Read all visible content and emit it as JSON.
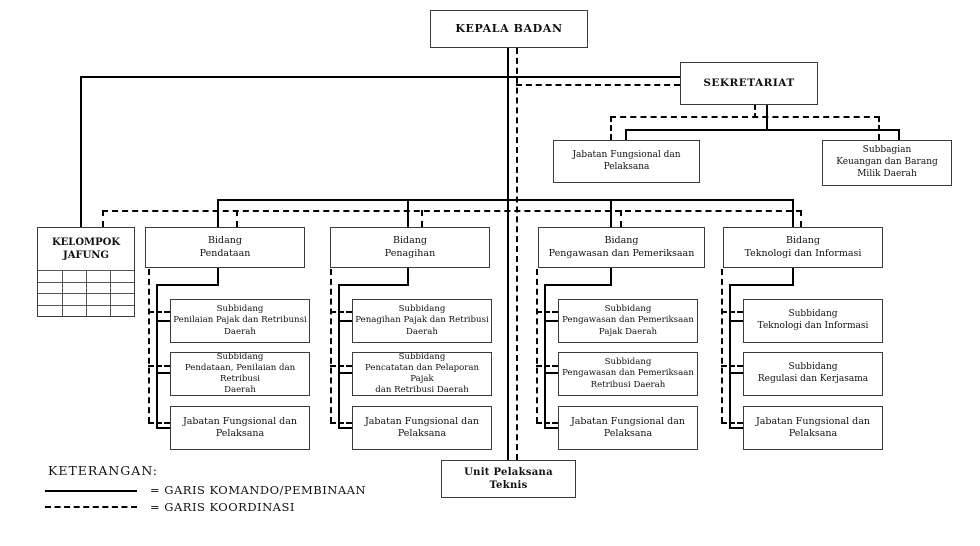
{
  "nodes": {
    "kepala_badan": {
      "label": "KEPALA BADAN"
    },
    "sekretariat": {
      "label": "SEKRETARIAT"
    },
    "jabatan_fungsional_sekretariat": {
      "label": "Jabatan Fungsional dan\nPelaksana"
    },
    "subbagian_keuangan": {
      "label": "Subbagian\nKeuangan dan Barang\nMilik Daerah"
    },
    "kelompok_jafung": {
      "label": "KELOMPOK\nJAFUNG"
    },
    "unit_pelaksana_teknis": {
      "label": "Unit Pelaksana Teknis"
    },
    "bidang": [
      {
        "label": "Bidang\nPendataan",
        "children": [
          "Subbidang\nPenilaian Pajak dan Retribunsi\nDaerah",
          "Subbidang\nPendataan, Penilaian dan Retribusi\nDaerah",
          "Jabatan Fungsional dan\nPelaksana"
        ]
      },
      {
        "label": "Bidang\nPenagihan",
        "children": [
          "Subbidang\nPenagihan Pajak dan Retribusi\nDaerah",
          "Subbidang\nPencatatan dan Pelaporan Pajak\ndan Retribusi Daerah",
          "Jabatan Fungsional dan\nPelaksana"
        ]
      },
      {
        "label": "Bidang\nPengawasan dan Pemeriksaan",
        "children": [
          "Subbidang\nPengawasan dan Pemeriksaan\nPajak Daerah",
          "Subbidang\nPengawasan dan Pemeriksaan\nRetribusi Daerah",
          "Jabatan Fungsional dan\nPelaksana"
        ]
      },
      {
        "label": "Bidang\nTeknologi dan Informasi",
        "children": [
          "Subbidang\nTeknologi dan Informasi",
          "Subbidang\nRegulasi dan Kerjasama",
          "Jabatan Fungsional dan\nPelaksana"
        ]
      }
    ]
  },
  "legend": {
    "title": "KETERANGAN:",
    "items": [
      {
        "style": "solid",
        "label": "= GARIS KOMANDO/PEMBINAAN"
      },
      {
        "style": "dashed",
        "label": "= GARIS KOORDINASI"
      }
    ]
  },
  "colors": {
    "line": "#000000",
    "box_border": "#3c3c3c",
    "background": "#ffffff"
  }
}
